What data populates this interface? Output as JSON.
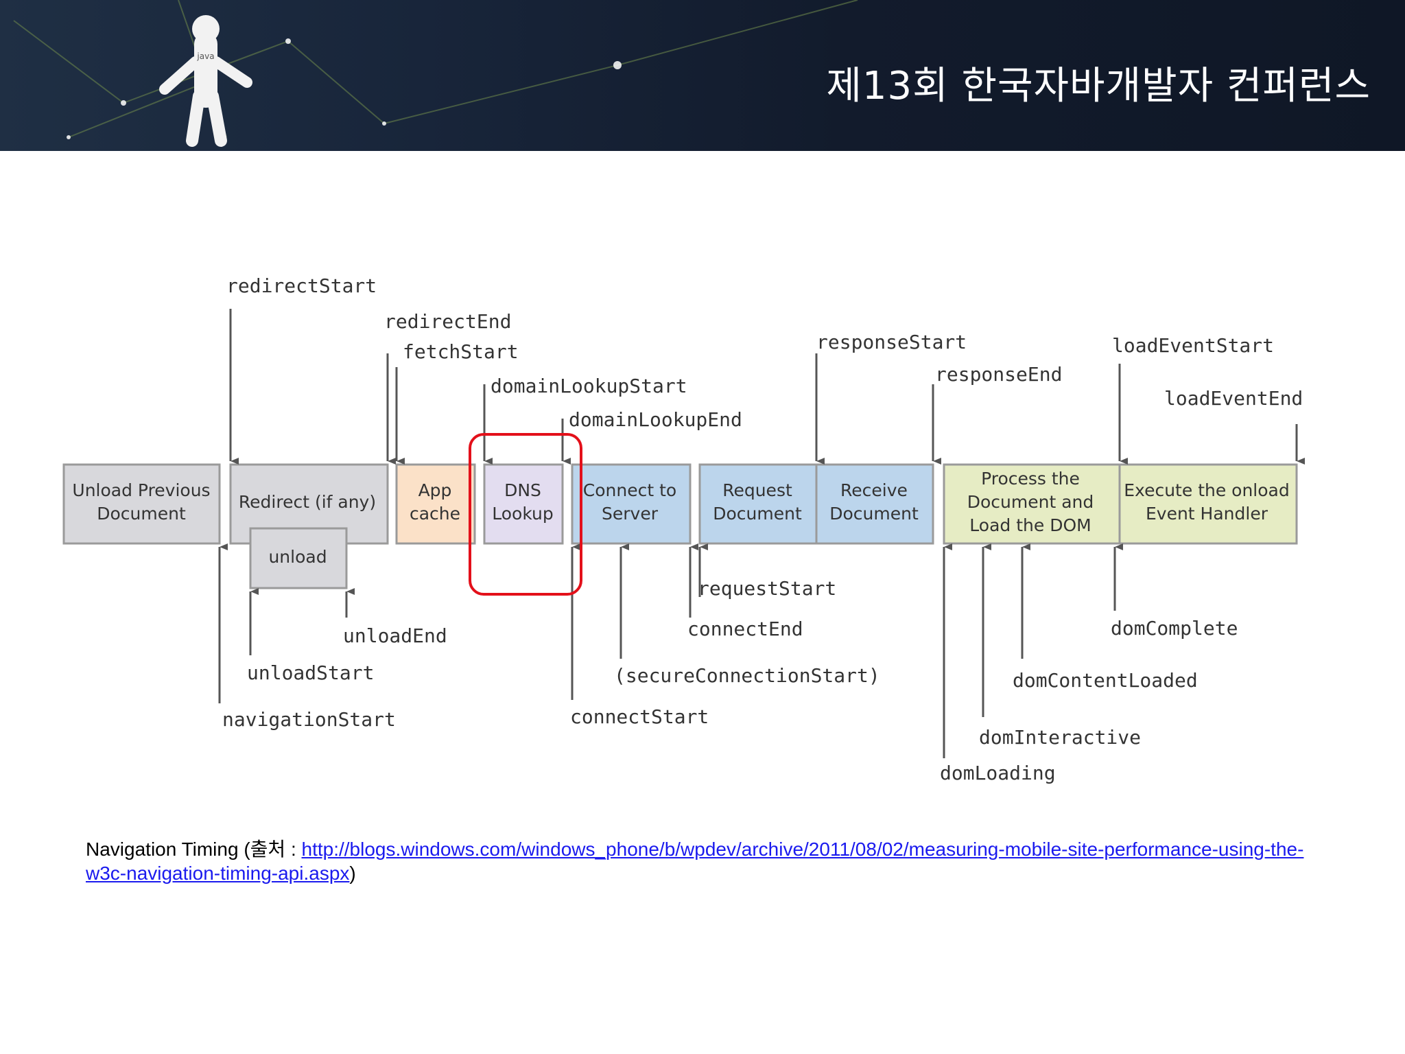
{
  "header": {
    "title": "제13회 한국자바개발자 컨퍼런스",
    "mascot_label": "java"
  },
  "diagram": {
    "boxes": {
      "unload_previous": [
        "Unload Previous",
        "Document"
      ],
      "redirect": [
        "Redirect (if any)"
      ],
      "unload": [
        "unload"
      ],
      "app_cache": [
        "App",
        "cache"
      ],
      "dns_lookup": [
        "DNS",
        "Lookup"
      ],
      "connect": [
        "Connect to",
        "Server"
      ],
      "request": [
        "Request",
        "Document"
      ],
      "receive": [
        "Receive",
        "Document"
      ],
      "process": [
        "Process the",
        "Document and",
        "Load the DOM"
      ],
      "onload": [
        "Execute the onload",
        "Event Handler"
      ]
    },
    "events": {
      "redirectStart": "redirectStart",
      "redirectEnd": "redirectEnd",
      "fetchStart": "fetchStart",
      "domainLookupStart": "domainLookupStart",
      "domainLookupEnd": "domainLookupEnd",
      "responseStart": "responseStart",
      "responseEnd": "responseEnd",
      "loadEventStart": "loadEventStart",
      "loadEventEnd": "loadEventEnd",
      "requestStart": "requestStart",
      "connectEnd": "connectEnd",
      "secureConnectionStart": "(secureConnectionStart)",
      "connectStart": "connectStart",
      "unloadEnd": "unloadEnd",
      "unloadStart": "unloadStart",
      "navigationStart": "navigationStart",
      "domComplete": "domComplete",
      "domContentLoaded": "domContentLoaded",
      "domInteractive": "domInteractive",
      "domLoading": "domLoading"
    },
    "colors": {
      "gray": "#d8d8dc",
      "app_cache": "#fbe1c8",
      "dns": "#e3ddf0",
      "blue": "#bcd5ec",
      "green": "#e6ecc4",
      "highlight": "#e3101a"
    }
  },
  "caption": {
    "prefix": "Navigation Timing (출처 : ",
    "link": "http://blogs.windows.com/windows_phone/b/wpdev/archive/2011/08/02/measuring-mobile-site-performance-using-the-w3c-navigation-timing-api.aspx",
    "suffix": ")"
  }
}
